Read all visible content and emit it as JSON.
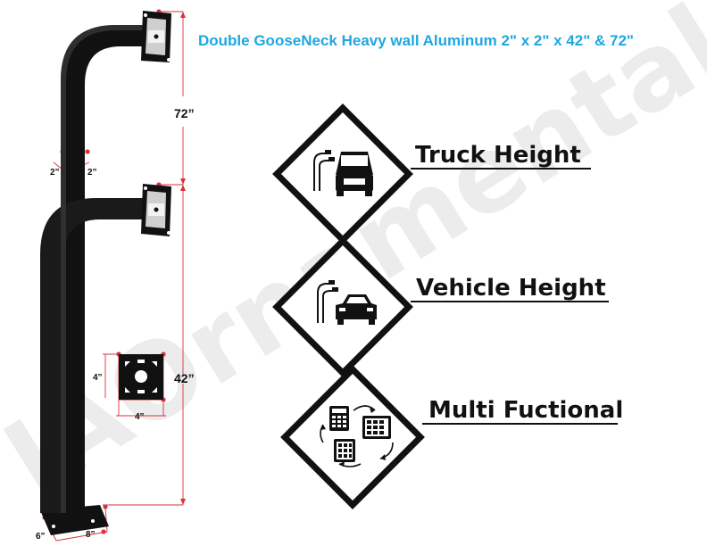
{
  "title": "Double GooseNeck Heavy wall Aluminum 2\" x 2\" x 42\" & 72\"",
  "watermark": "IAOrnamental",
  "dimensions": {
    "upper_height": "72”",
    "lower_height": "42”",
    "tube_width_a": "2”",
    "tube_width_b": "2”",
    "plate_height": "4”",
    "plate_width": "4”",
    "base_width": "6”",
    "base_depth": "8”"
  },
  "features": [
    {
      "label": "Truck Height",
      "icon": "truck-icon"
    },
    {
      "label": "Vehicle Height",
      "icon": "car-icon"
    },
    {
      "label": "Multi Fuctional",
      "icon": "keypad-cycle-icon"
    }
  ],
  "colors": {
    "title": "#1ea7e1",
    "dimension_lines": "#d8323c",
    "post": "#111111"
  }
}
